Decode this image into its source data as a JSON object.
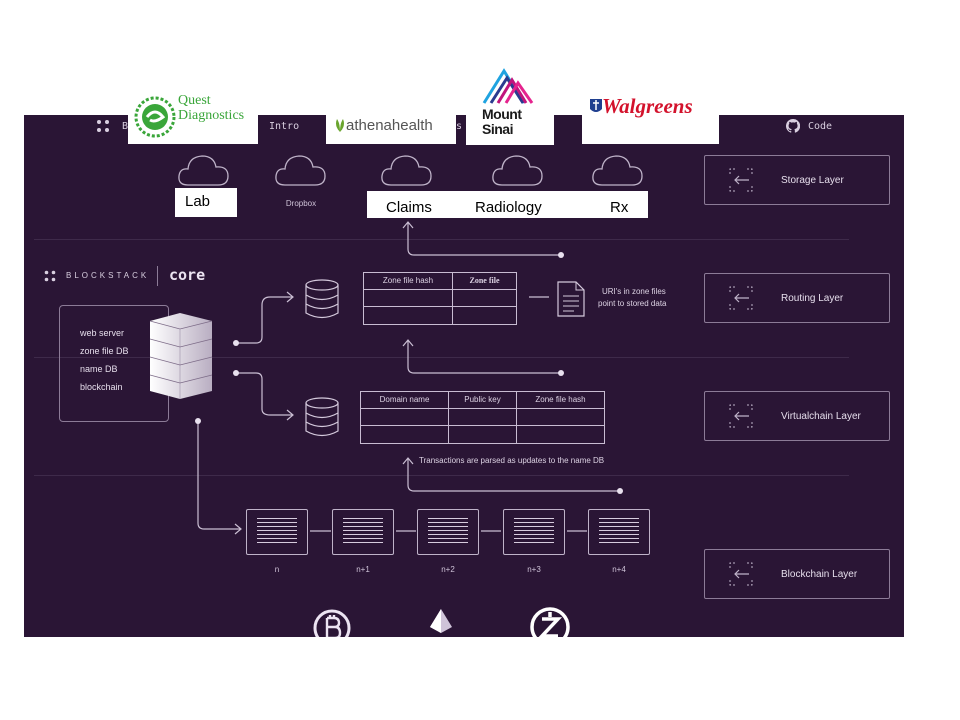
{
  "nav": {
    "left_letter": "B",
    "intro": "Intro",
    "partial": "s",
    "code": "Code"
  },
  "brand": {
    "wordmark": "BLOCKSTACK",
    "product": "core"
  },
  "clouds": {
    "dropbox_label": "Dropbox"
  },
  "overlays": {
    "quest_line1": "Quest",
    "quest_line2": "Diagnostics",
    "athena": "athenahealth",
    "mount_sinai_line1": "Mount",
    "mount_sinai_line2": "Sinai",
    "walgreens": "Walgreens",
    "lab": "Lab",
    "claims": "Claims",
    "radiology": "Radiology",
    "rx": "Rx"
  },
  "layers": [
    {
      "label": "Storage Layer"
    },
    {
      "label": "Routing Layer"
    },
    {
      "label": "Virtualchain Layer"
    },
    {
      "label": "Blockchain Layer"
    }
  ],
  "server": {
    "items": [
      "web server",
      "zone file DB",
      "name DB",
      "blockchain"
    ]
  },
  "zone_table": {
    "headers": [
      "Zone file hash",
      "Zone file"
    ]
  },
  "name_table": {
    "headers": [
      "Domain name",
      "Public key",
      "Zone file hash"
    ]
  },
  "notes": {
    "uri_line1": "URI's in zone files",
    "uri_line2": "point to stored data",
    "transactions": "Transactions are parsed as updates to the name DB"
  },
  "blocks": [
    "n",
    "n+1",
    "n+2",
    "n+3",
    "n+4"
  ],
  "coins": [
    "bitcoin-icon",
    "ethereum-icon",
    "zcash-icon"
  ]
}
